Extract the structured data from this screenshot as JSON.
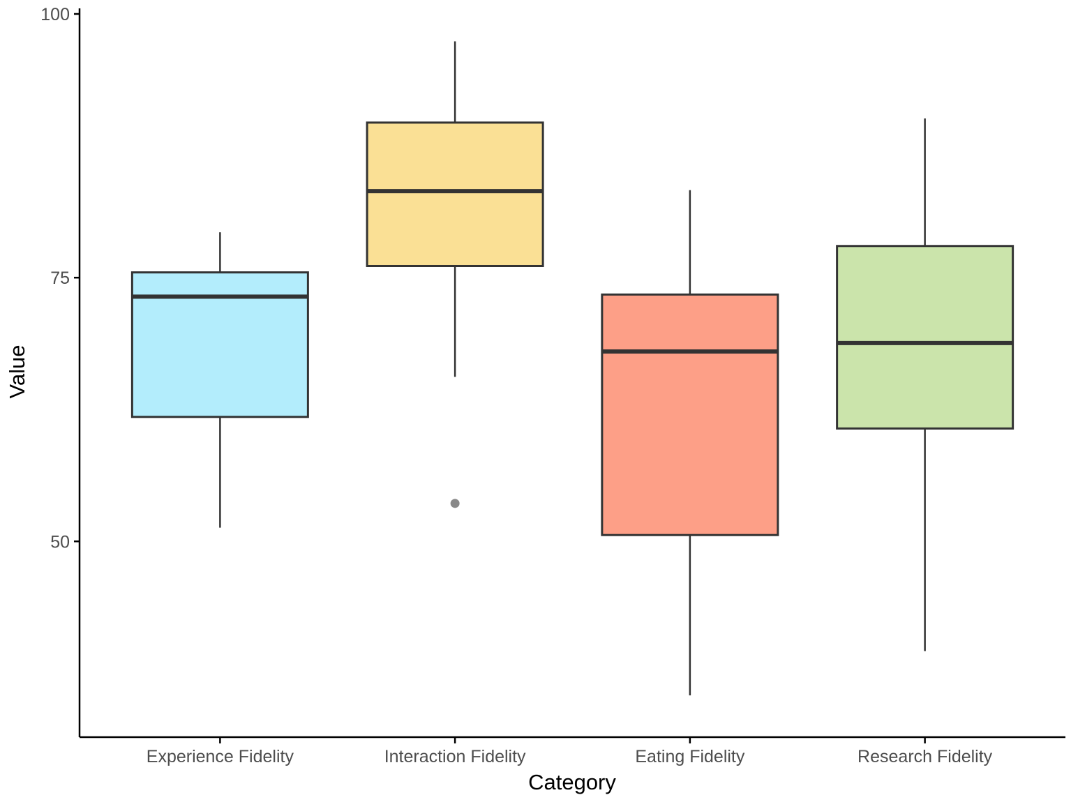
{
  "chart_data": {
    "type": "boxplot",
    "title": "",
    "xlabel": "Category",
    "ylabel": "Value",
    "ylim": [
      32.3,
      100
    ],
    "yticks": [
      50,
      75,
      100
    ],
    "grid": false,
    "legend": "none",
    "categories": [
      "Experience Fidelity",
      "Interaction Fidelity",
      "Eating Fidelity",
      "Research Fidelity"
    ],
    "boxes": [
      {
        "category": "Experience Fidelity",
        "whisker_low": 51.3,
        "q1": 61.8,
        "median": 73.2,
        "q3": 75.5,
        "whisker_high": 79.3,
        "outliers": [],
        "color": "#b3edfc"
      },
      {
        "category": "Interaction Fidelity",
        "whisker_low": 65.6,
        "q1": 76.1,
        "median": 83.2,
        "q3": 89.7,
        "whisker_high": 97.4,
        "outliers": [
          53.6
        ],
        "color": "#fae095"
      },
      {
        "category": "Eating Fidelity",
        "whisker_low": 35.4,
        "q1": 50.6,
        "median": 68.0,
        "q3": 73.4,
        "whisker_high": 83.3,
        "outliers": [],
        "color": "#fd9f87"
      },
      {
        "category": "Research Fidelity",
        "whisker_low": 39.6,
        "q1": 60.7,
        "median": 68.8,
        "q3": 78.0,
        "whisker_high": 90.1,
        "outliers": [],
        "color": "#cbe4ab"
      }
    ],
    "colors": {
      "outline": "#333333",
      "axis": "#000000",
      "outlier": "#888888"
    }
  }
}
